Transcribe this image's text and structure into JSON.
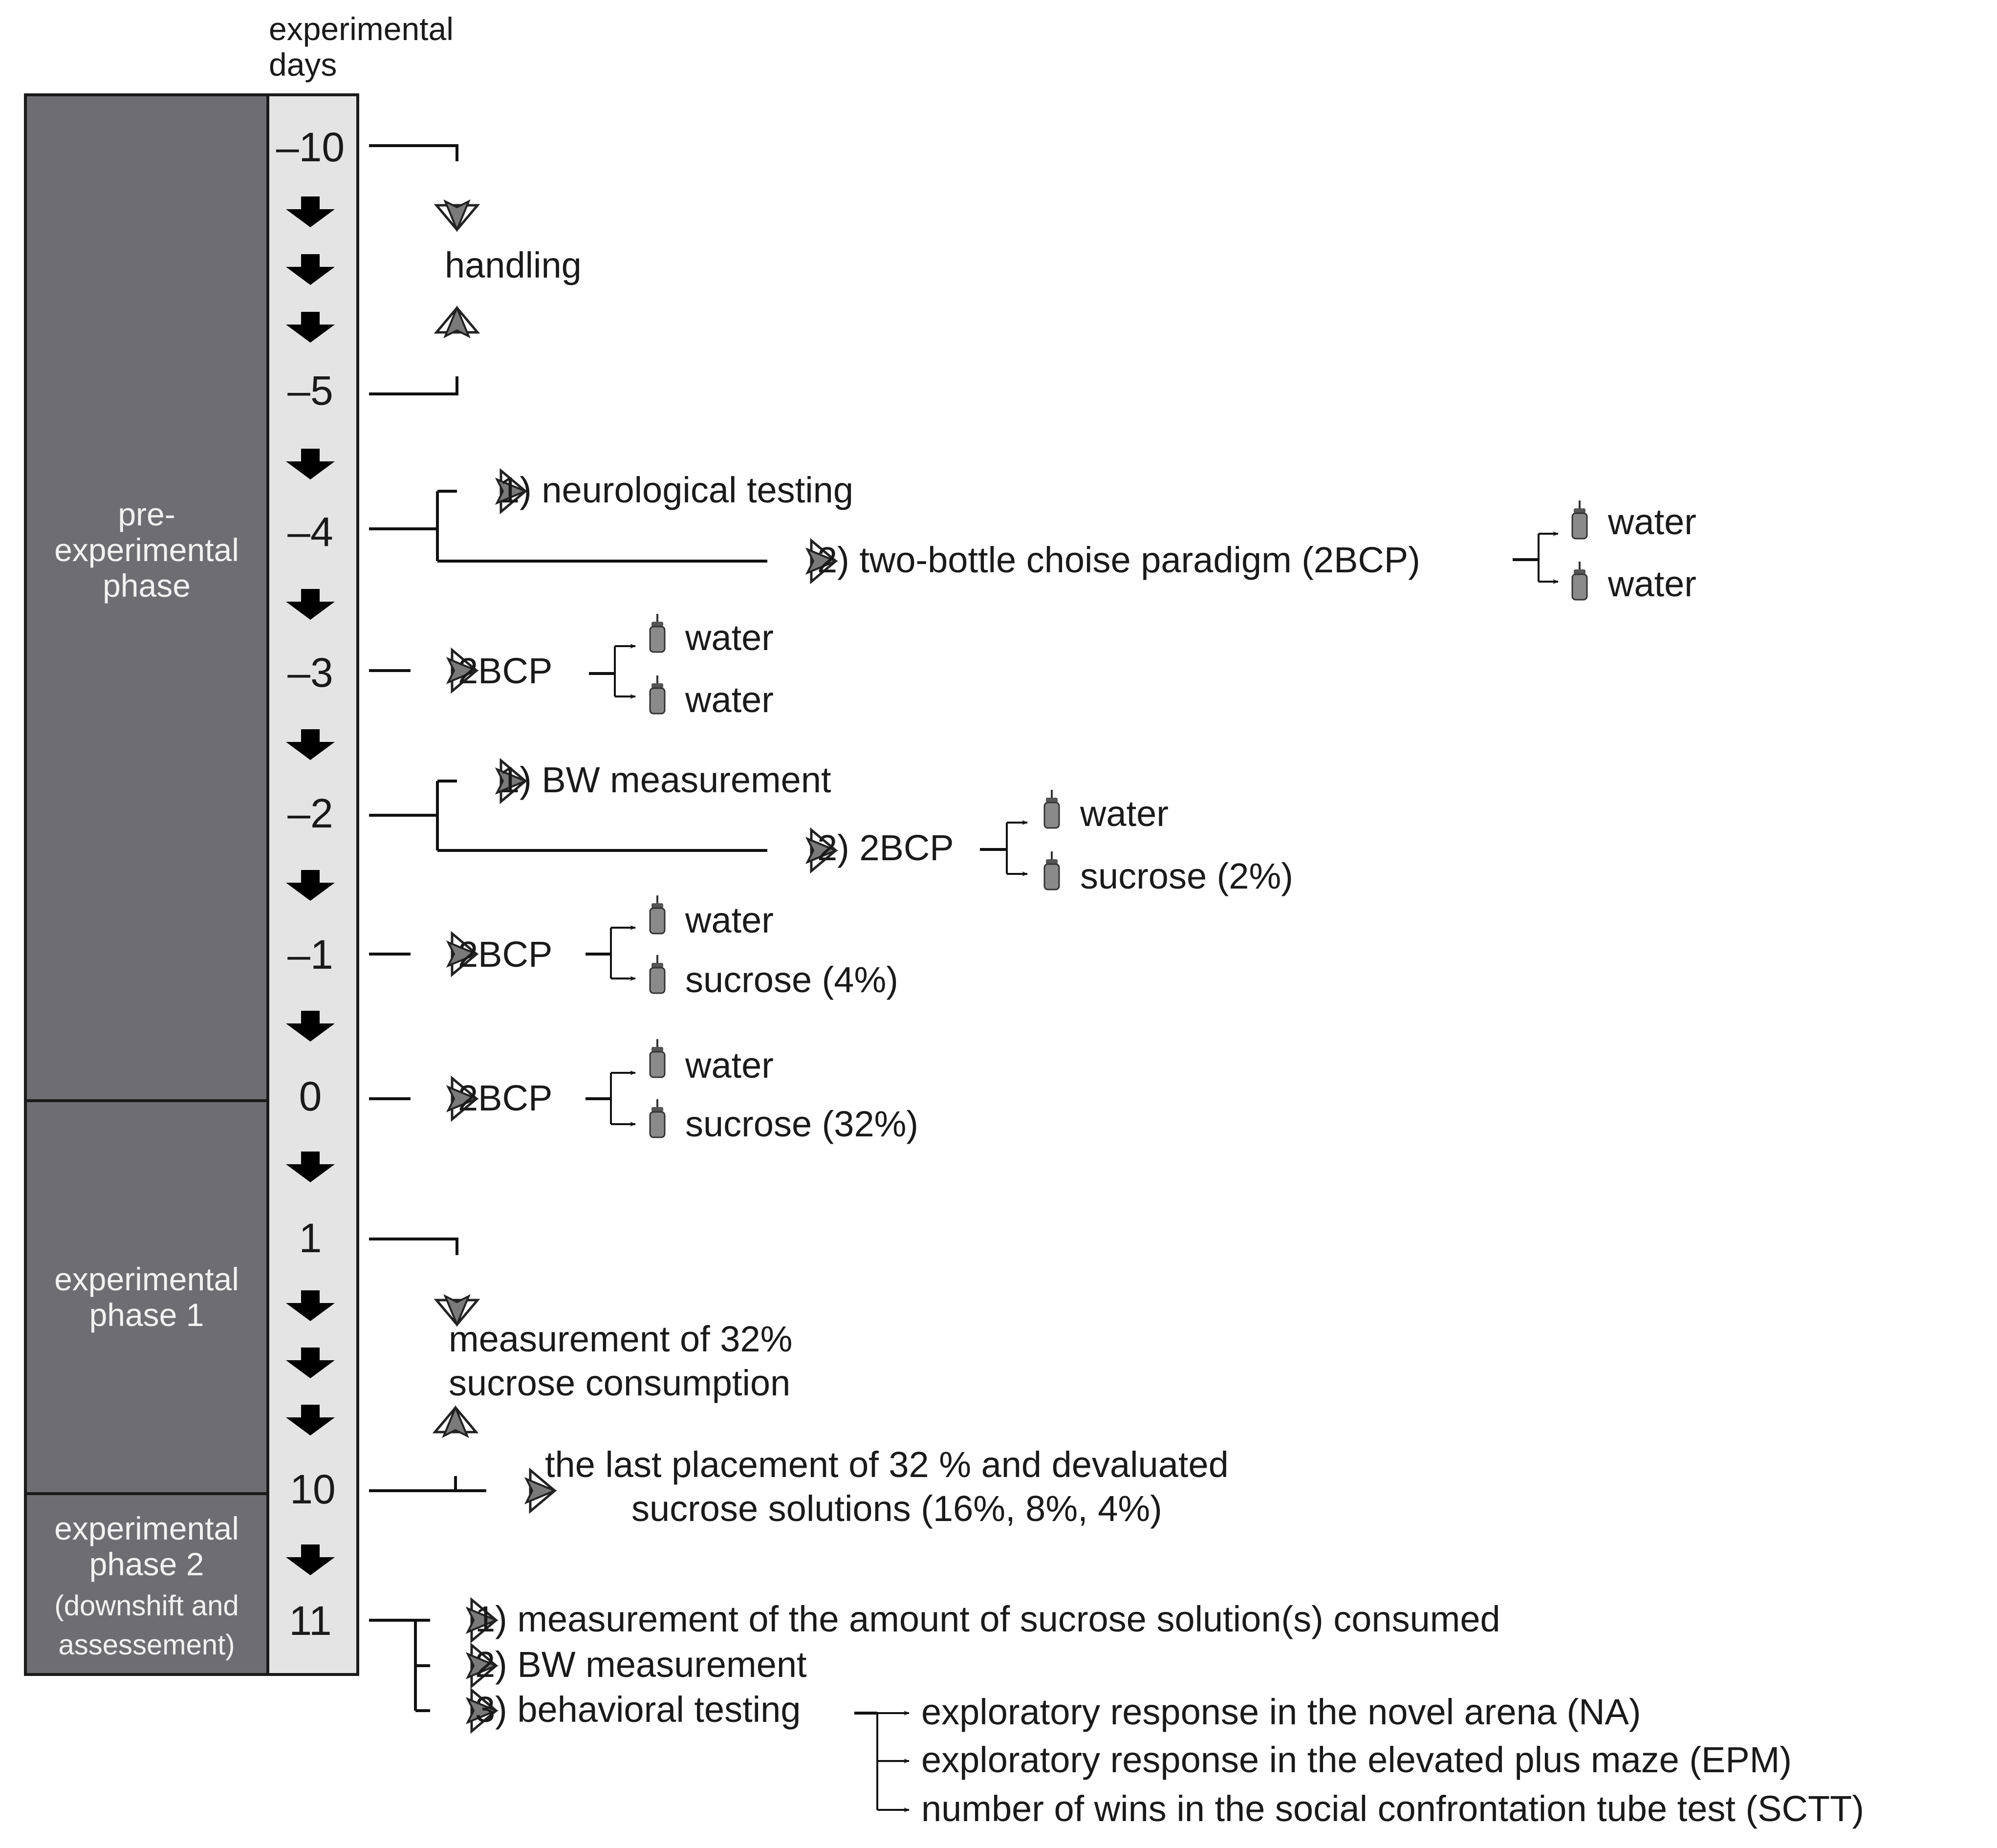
{
  "header": {
    "line1": "experimental",
    "line2": "days"
  },
  "phases": {
    "pre": [
      "pre-",
      "experimental",
      "phase"
    ],
    "exp1": [
      "experimental",
      "phase 1"
    ],
    "exp2": [
      "experimental",
      "phase 2",
      "(downshift and",
      "assessement)"
    ]
  },
  "days": [
    "–10",
    "–5",
    "–4",
    "–3",
    "–2",
    "–1",
    "0",
    "1",
    "10",
    "11"
  ],
  "events": {
    "handling": "handling",
    "day_m4": {
      "step1": "1) neurological testing",
      "step2": "2) two-bottle choise paradigm (2BCP)",
      "bottle1": "water",
      "bottle2": "water"
    },
    "day_m3": {
      "label": "2BCP",
      "bottle1": "water",
      "bottle2": "water"
    },
    "day_m2": {
      "step1": "1) BW measurement",
      "step2": "2) 2BCP",
      "bottle1": "water",
      "bottle2": "sucrose (2%)"
    },
    "day_m1": {
      "label": "2BCP",
      "bottle1": "water",
      "bottle2": "sucrose (4%)"
    },
    "day_0": {
      "label": "2BCP",
      "bottle1": "water",
      "bottle2": "sucrose (32%)"
    },
    "phase1_measure": [
      "measurement of 32%",
      "sucrose consumption"
    ],
    "day_10": [
      "the last placement of 32 % and devaluated",
      "sucrose solutions (16%, 8%, 4%)"
    ],
    "day_11": {
      "step1": "1) measurement of the amount of sucrose solution(s) consumed",
      "step2": "2) BW measurement",
      "step3": "3) behavioral testing",
      "tests": [
        "exploratory response in the novel arena (NA)",
        "exploratory response in the elevated plus maze (EPM)",
        "number of wins in the social confrontation tube test (SCTT)"
      ]
    }
  }
}
